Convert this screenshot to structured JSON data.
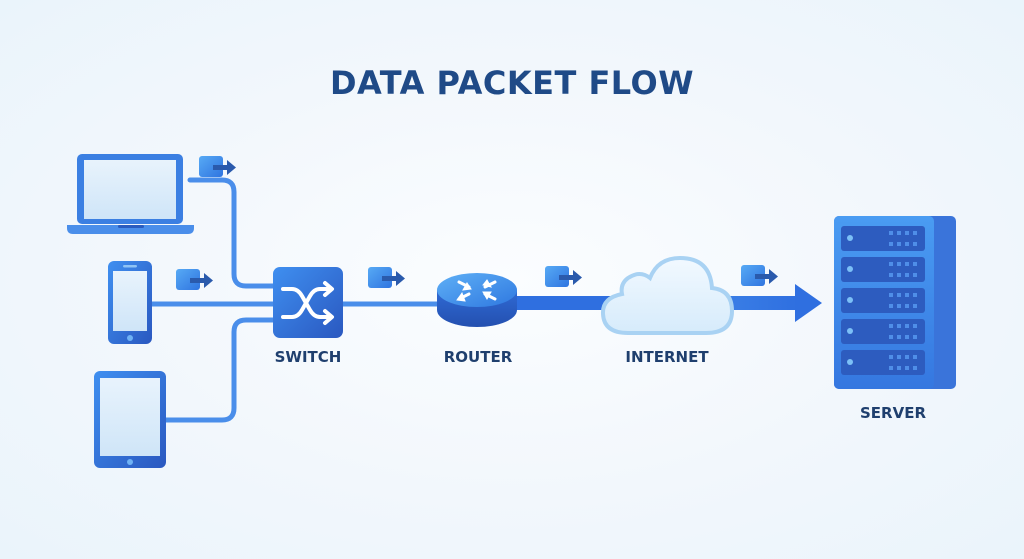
{
  "title": "DATA PACKET FLOW",
  "nodes": {
    "laptop": {
      "label": "",
      "icon": "laptop-icon"
    },
    "phone": {
      "label": "",
      "icon": "smartphone-icon"
    },
    "tablet": {
      "label": "",
      "icon": "tablet-icon"
    },
    "switch": {
      "label": "SWITCH",
      "icon": "shuffle-switch-icon"
    },
    "router": {
      "label": "ROUTER",
      "icon": "router-icon"
    },
    "internet": {
      "label": "INTERNET",
      "icon": "cloud-icon"
    },
    "server": {
      "label": "SERVER",
      "icon": "server-rack-icon"
    }
  },
  "flow": [
    "laptop",
    "phone",
    "tablet",
    "switch",
    "router",
    "internet",
    "server"
  ],
  "packets": [
    "laptop-to-switch",
    "phone-to-switch",
    "switch-to-router",
    "router-to-internet",
    "internet-to-server"
  ],
  "colors": {
    "title": "#1f4a87",
    "label": "#1f3f6e",
    "line": "#3b82e6",
    "primary": "#2f6fd6",
    "dark": "#2a55b8",
    "light": "#e6f2fc",
    "cloud": "#b9dcf5"
  }
}
